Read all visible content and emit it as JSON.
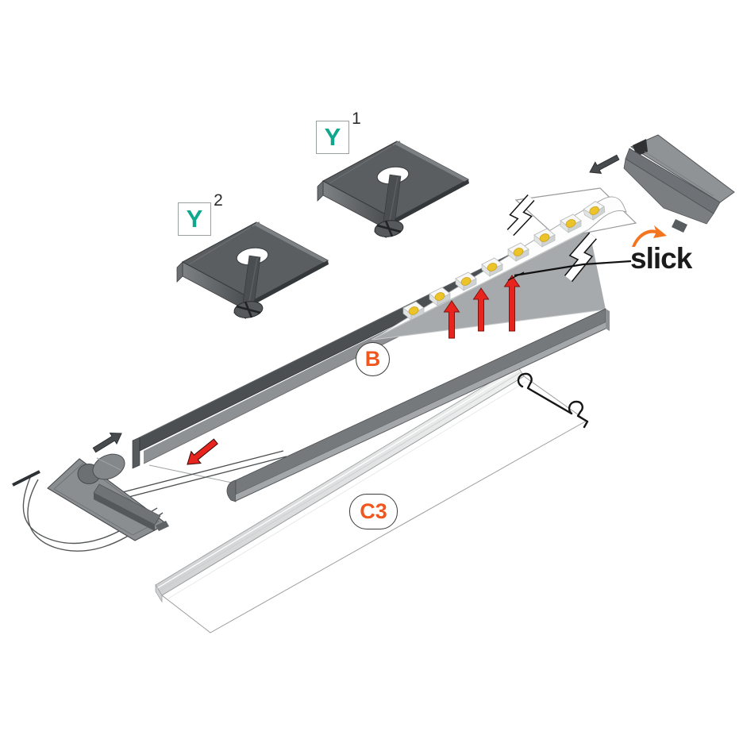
{
  "diagram": {
    "type": "exploded-assembly-illustration",
    "labels": {
      "y1": {
        "letter": "Y",
        "superscript": "1"
      },
      "y2": {
        "letter": "Y",
        "superscript": "2"
      },
      "profile": "B",
      "cover": "C3",
      "brand": "slick"
    },
    "colors": {
      "label_teal": "#0FA78E",
      "label_orange": "#F0571E",
      "label_outline": "#3C3C3C",
      "label_box_border": "#9AA0A0",
      "brand_black": "#1B1B1B",
      "brand_swoosh_orange": "#F4751F",
      "arrow_red": "#E8241F",
      "arrow_dark_gray": "#474B4D",
      "metal_dark": "#4B4F51",
      "metal_mid": "#76797C",
      "metal_light": "#8E9194",
      "channel_gray": "#A7AAAC",
      "led_yellow": "#ECC329",
      "background": "#FFFFFF"
    }
  }
}
